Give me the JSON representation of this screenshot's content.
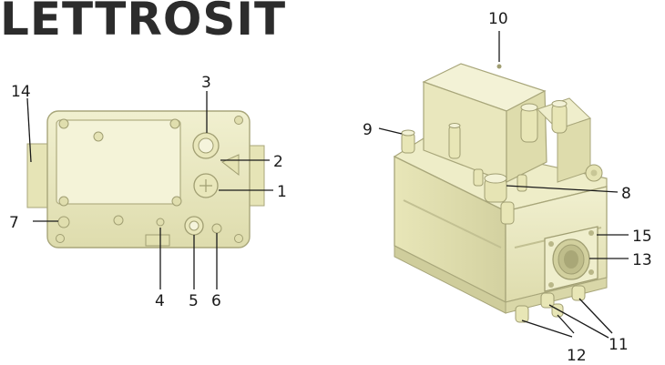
{
  "brand": {
    "title": "LETTROSIT"
  },
  "callouts": {
    "c1": "1",
    "c2": "2",
    "c3": "3",
    "c4": "4",
    "c5": "5",
    "c6": "6",
    "c7": "7",
    "c8": "8",
    "c9": "9",
    "c10": "10",
    "c11": "11",
    "c12": "12",
    "c13": "13",
    "c14": "14",
    "c15": "15"
  },
  "colors": {
    "body_fill": "#efeecc",
    "body_shadow": "#d8d6a8",
    "outline": "#a8a67a",
    "text": "#1a1a1a"
  }
}
